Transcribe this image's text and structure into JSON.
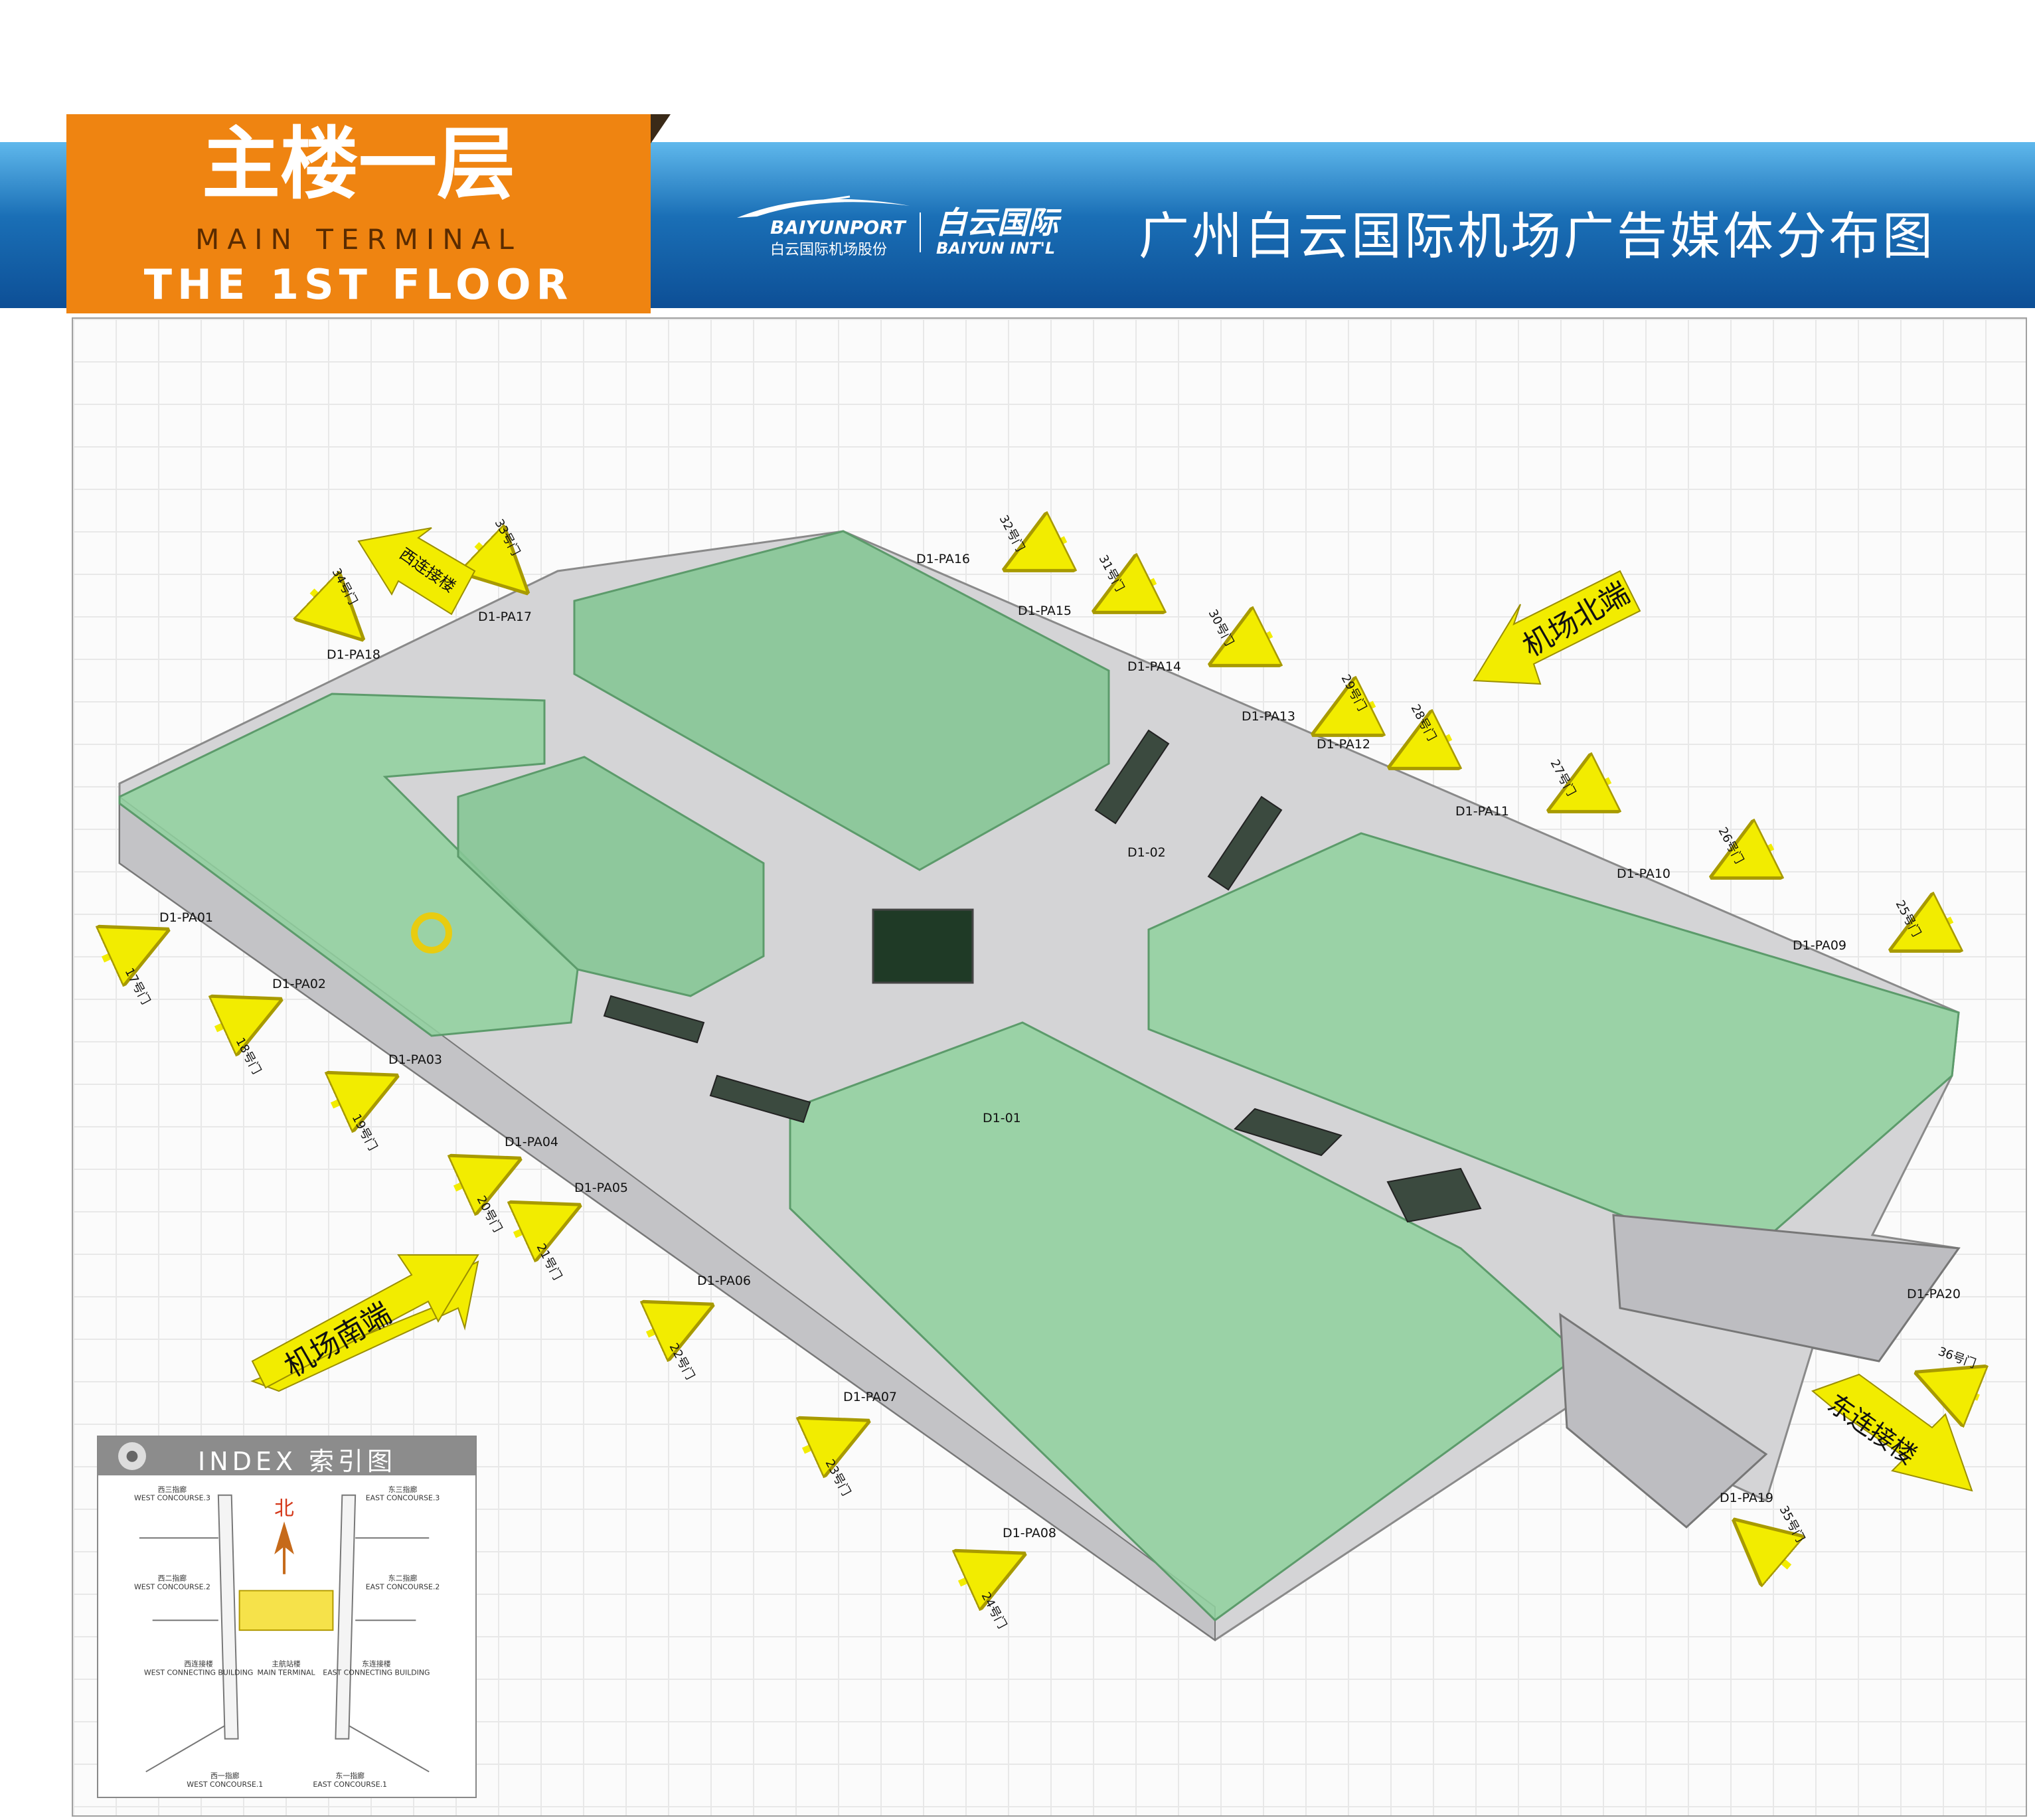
{
  "header": {
    "floor_title_cn": "主楼一层",
    "floor_title_en_line1": "MAIN TERMINAL",
    "floor_title_en_line2": "THE 1ST FLOOR",
    "logo1_name": "BAIYUNPORT",
    "logo1_sub": "白云国际机场股份",
    "logo2_name": "白云国际",
    "logo2_sub": "BAIYUN INT'L",
    "title": "广州白云国际机场广告媒体分布图",
    "colors": {
      "banner": "#1a6fb6",
      "badge": "#ef8411"
    }
  },
  "map": {
    "media_labels": [
      "D1-PA01",
      "D1-PA02",
      "D1-PA03",
      "D1-PA04",
      "D1-PA05",
      "D1-PA06",
      "D1-PA07",
      "D1-PA08",
      "D1-PA09",
      "D1-PA10",
      "D1-PA11",
      "D1-PA12",
      "D1-PA13",
      "D1-PA14",
      "D1-PA15",
      "D1-PA16",
      "D1-PA17",
      "D1-PA18",
      "D1-PA19",
      "D1-PA20",
      "D1-01",
      "D1-02"
    ],
    "gate_labels": [
      "17号门",
      "18号门",
      "19号门",
      "20号门",
      "21号门",
      "22号门",
      "23号门",
      "24号门",
      "25号门",
      "26号门",
      "27号门",
      "28号门",
      "29号门",
      "30号门",
      "31号门",
      "32号门",
      "33号门",
      "34号门",
      "35号门",
      "36号门"
    ],
    "direction_arrows": {
      "south": "机场南端",
      "north": "机场北端",
      "west_link": "西连接楼",
      "east_link": "东连接楼"
    },
    "colors": {
      "zone": "#8fd19e",
      "floor": "#cfcfcf",
      "arrow": "#f2ec00"
    }
  },
  "index": {
    "title": "INDEX 索引图",
    "north": "北",
    "labels": [
      "西三指廊",
      "WEST CONCOURSE.3",
      "东三指廊",
      "EAST CONCOURSE.3",
      "西二指廊",
      "WEST CONCOURSE.2",
      "东二指廊",
      "EAST CONCOURSE.2",
      "西连接楼",
      "WEST CONNECTING BUILDING",
      "主航站楼",
      "MAIN TERMINAL",
      "东连接楼",
      "EAST CONNECTING BUILDING",
      "西一指廊",
      "WEST CONCOURSE.1",
      "东一指廊",
      "EAST CONCOURSE.1"
    ]
  }
}
